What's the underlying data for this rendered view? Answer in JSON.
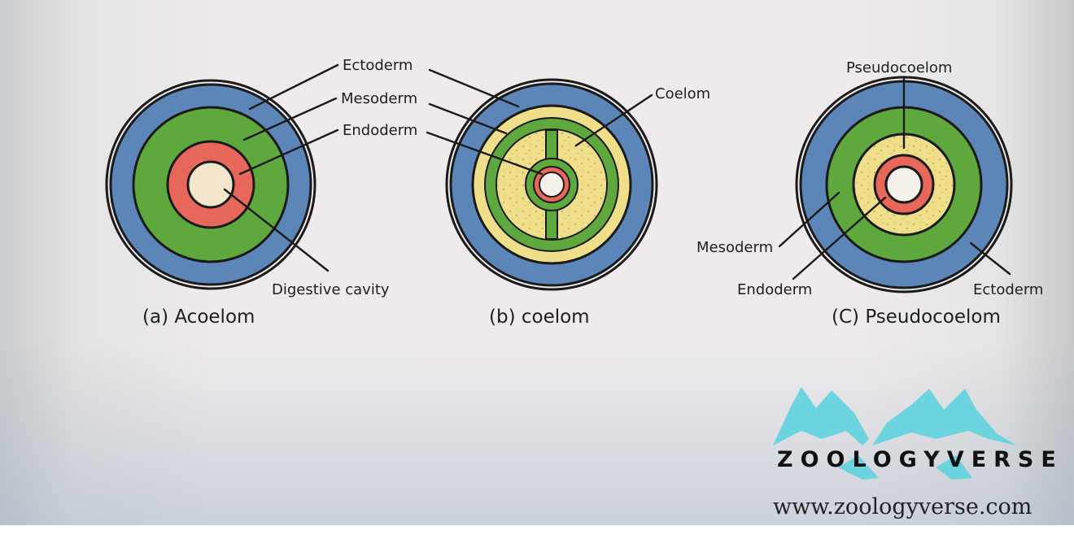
{
  "colors": {
    "ectoderm": "#5d86b8",
    "mesoderm": "#5ea83d",
    "endoderm": "#e8675b",
    "body_cavity": "#efdf8a",
    "gut": "#f1e6cb",
    "outline": "#1a1a1a",
    "logo_wolf": "#5fd3de"
  },
  "diagrams": {
    "acoelom": {
      "caption": "(a) Acoelom",
      "labels": {
        "ectoderm": "Ectoderm",
        "mesoderm": "Mesoderm",
        "endoderm": "Endoderm",
        "digestive_cavity": "Digestive cavity"
      }
    },
    "coelom": {
      "caption": "(b) coelom",
      "labels": {
        "coelom": "Coelom"
      }
    },
    "pseudocoelom": {
      "caption": "(C) Pseudocoelom",
      "labels": {
        "pseudocoelom": "Pseudocoelom",
        "mesoderm": "Mesoderm",
        "endoderm": "Endoderm",
        "ectoderm": "Ectoderm"
      }
    }
  },
  "watermark": {
    "brand": "ZOOLOGYVERSE",
    "url": "www.zoologyverse.com"
  }
}
